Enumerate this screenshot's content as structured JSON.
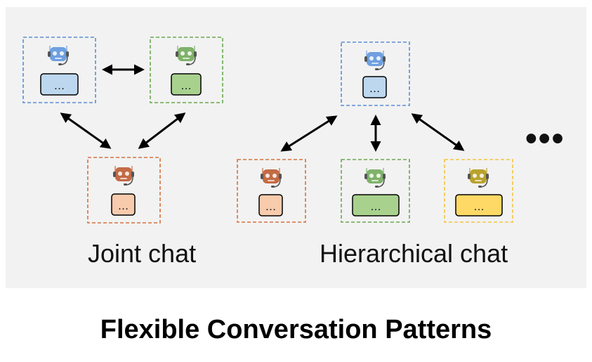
{
  "colors": {
    "blue": "#5b8dd6",
    "green": "#6aa84f",
    "orange": "#d3733f",
    "yellow": "#f4c542",
    "bubble_blue": "#bdd7ee",
    "bubble_green": "#a9d18e",
    "bubble_orange": "#f8cbad",
    "bubble_yellow": "#ffd966"
  },
  "joint": {
    "caption": "Joint chat",
    "agents": [
      {
        "id": "joint-blue",
        "color": "blue",
        "bubble": "…"
      },
      {
        "id": "joint-green",
        "color": "green",
        "bubble": "…"
      },
      {
        "id": "joint-orange",
        "color": "orange",
        "bubble": "…"
      }
    ]
  },
  "hierarchical": {
    "caption": "Hierarchical chat",
    "agents": [
      {
        "id": "hier-blue",
        "color": "blue",
        "bubble": "…"
      },
      {
        "id": "hier-orange",
        "color": "orange",
        "bubble": "…"
      },
      {
        "id": "hier-green",
        "color": "green",
        "bubble": "…"
      },
      {
        "id": "hier-yellow",
        "color": "yellow",
        "bubble": "…"
      }
    ]
  },
  "more_indicator": "•••",
  "title": "Flexible Conversation Patterns"
}
